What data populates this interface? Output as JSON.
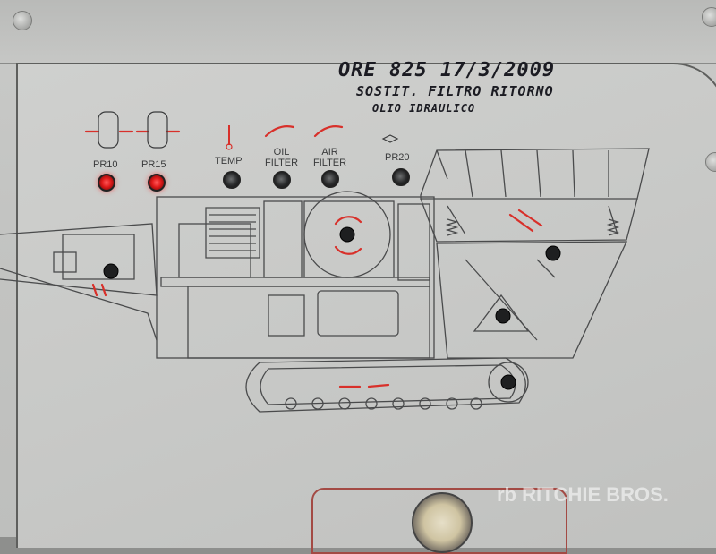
{
  "handwritten_note": {
    "line1": "ORE 825  17/3/2009",
    "line2": "SOSTIT. FILTRO RITORNO",
    "line3": "OLIO IDRAULICO"
  },
  "indicators": [
    {
      "id": "pr10",
      "label": "PR10",
      "state": "on",
      "color": "#e01a1a"
    },
    {
      "id": "pr15",
      "label": "PR15",
      "state": "on",
      "color": "#e01a1a"
    },
    {
      "id": "temp",
      "label": "TEMP",
      "state": "off"
    },
    {
      "id": "oil-filter",
      "label_line1": "OIL",
      "label_line2": "FILTER",
      "state": "off"
    },
    {
      "id": "air-filter",
      "label_line1": "AIR",
      "label_line2": "FILTER",
      "state": "off"
    },
    {
      "id": "pr20",
      "label": "PR20",
      "state": "off"
    }
  ],
  "watermark": "rb RITCHIE BROS.",
  "colors": {
    "panel": "#c8c9c7",
    "line_art": "#4a4b4c",
    "accent_red": "#d8302a",
    "handwriting": "#1b1b22"
  }
}
